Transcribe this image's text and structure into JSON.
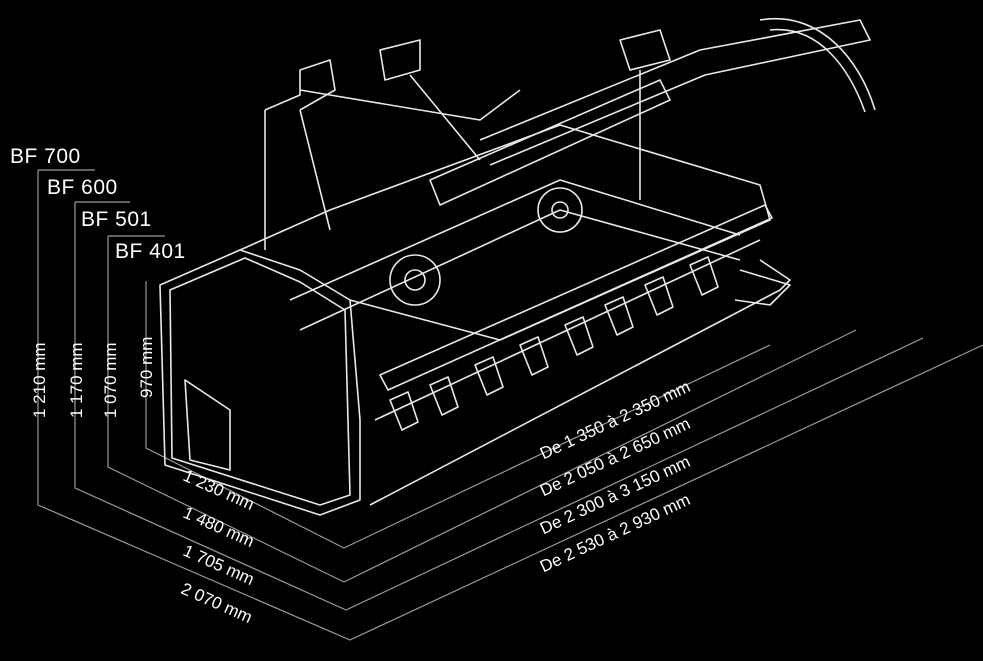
{
  "models": [
    "BF 700",
    "BF 600",
    "BF 501",
    "BF 401"
  ],
  "heights": [
    "1 210 mm",
    "1 170 mm",
    "1 070 mm",
    "970 mm"
  ],
  "depths": [
    "1 230 mm",
    "1 480 mm",
    "1 705 mm",
    "2 070 mm"
  ],
  "widths": [
    "De 1 350 à 2 350 mm",
    "De 2 050 à 2 650 mm",
    "De 2 300 à 3 150 mm",
    "De 2 530 à 2 930 mm"
  ],
  "colors": {
    "background": "#000000",
    "lines": "#ffffff",
    "dimension_lines": "#9a9a9a"
  }
}
